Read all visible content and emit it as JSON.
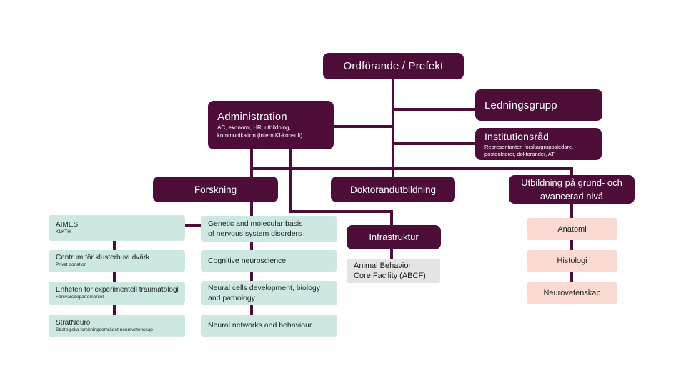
{
  "colors": {
    "plum": "#4D0D38",
    "teal": "#CDE8E2",
    "pink": "#FADAD2",
    "grey": "#E4E4E4",
    "text_on_dark": "#FFFFFF",
    "text_on_light": "#1D2422",
    "background": "#FFFFFF"
  },
  "nodes": {
    "ordforande": {
      "label": "Ordförande / Prefekt"
    },
    "ledningsgrupp": {
      "label": "Ledningsgrupp"
    },
    "administration": {
      "label": "Administration",
      "sublabel": "AC, ekonomi, HR, utbildning,\nkommunikation (intern KI-konsult)"
    },
    "institutionsrad": {
      "label": "Institutionsråd",
      "sublabel": "Representanter, forskargruppsledare,\npostdoktorer, doktorander, AT"
    },
    "forskning": {
      "label": "Forskning"
    },
    "doktorandutbildning": {
      "label": "Doktorandutbildning"
    },
    "utbildning": {
      "label": "Utbildning på grund- och\navancerad nivå"
    },
    "infrastruktur": {
      "label": "Infrastruktur"
    },
    "abcf": {
      "label": "Animal Behavior\nCore Facility (ABCF)"
    },
    "aimes": {
      "label": "AIMES",
      "sublabel": "KI/KTH"
    },
    "centrum_klusterhuvudvark": {
      "label": "Centrum för klusterhuvudvärk",
      "sublabel": "Privat donation"
    },
    "enheten_traumatologi": {
      "label": "Enheten för experimentell traumatologi",
      "sublabel": "Försvarsdepartementet"
    },
    "stratneuro": {
      "label": "StratNeuro",
      "sublabel": "Strategiska forskningsområdet neurovetenskap"
    },
    "genetic": {
      "label": "Genetic and molecular basis\nof nervous system disorders"
    },
    "cognitive": {
      "label": "Cognitive neuroscience"
    },
    "neural_cells": {
      "label": "Neural cells development, biology\nand pathology"
    },
    "neural_networks": {
      "label": "Neural networks and behaviour"
    },
    "anatomi": {
      "label": "Anatomi"
    },
    "histologi": {
      "label": "Histologi"
    },
    "neurovetenskap": {
      "label": "Neurovetenskap"
    }
  }
}
